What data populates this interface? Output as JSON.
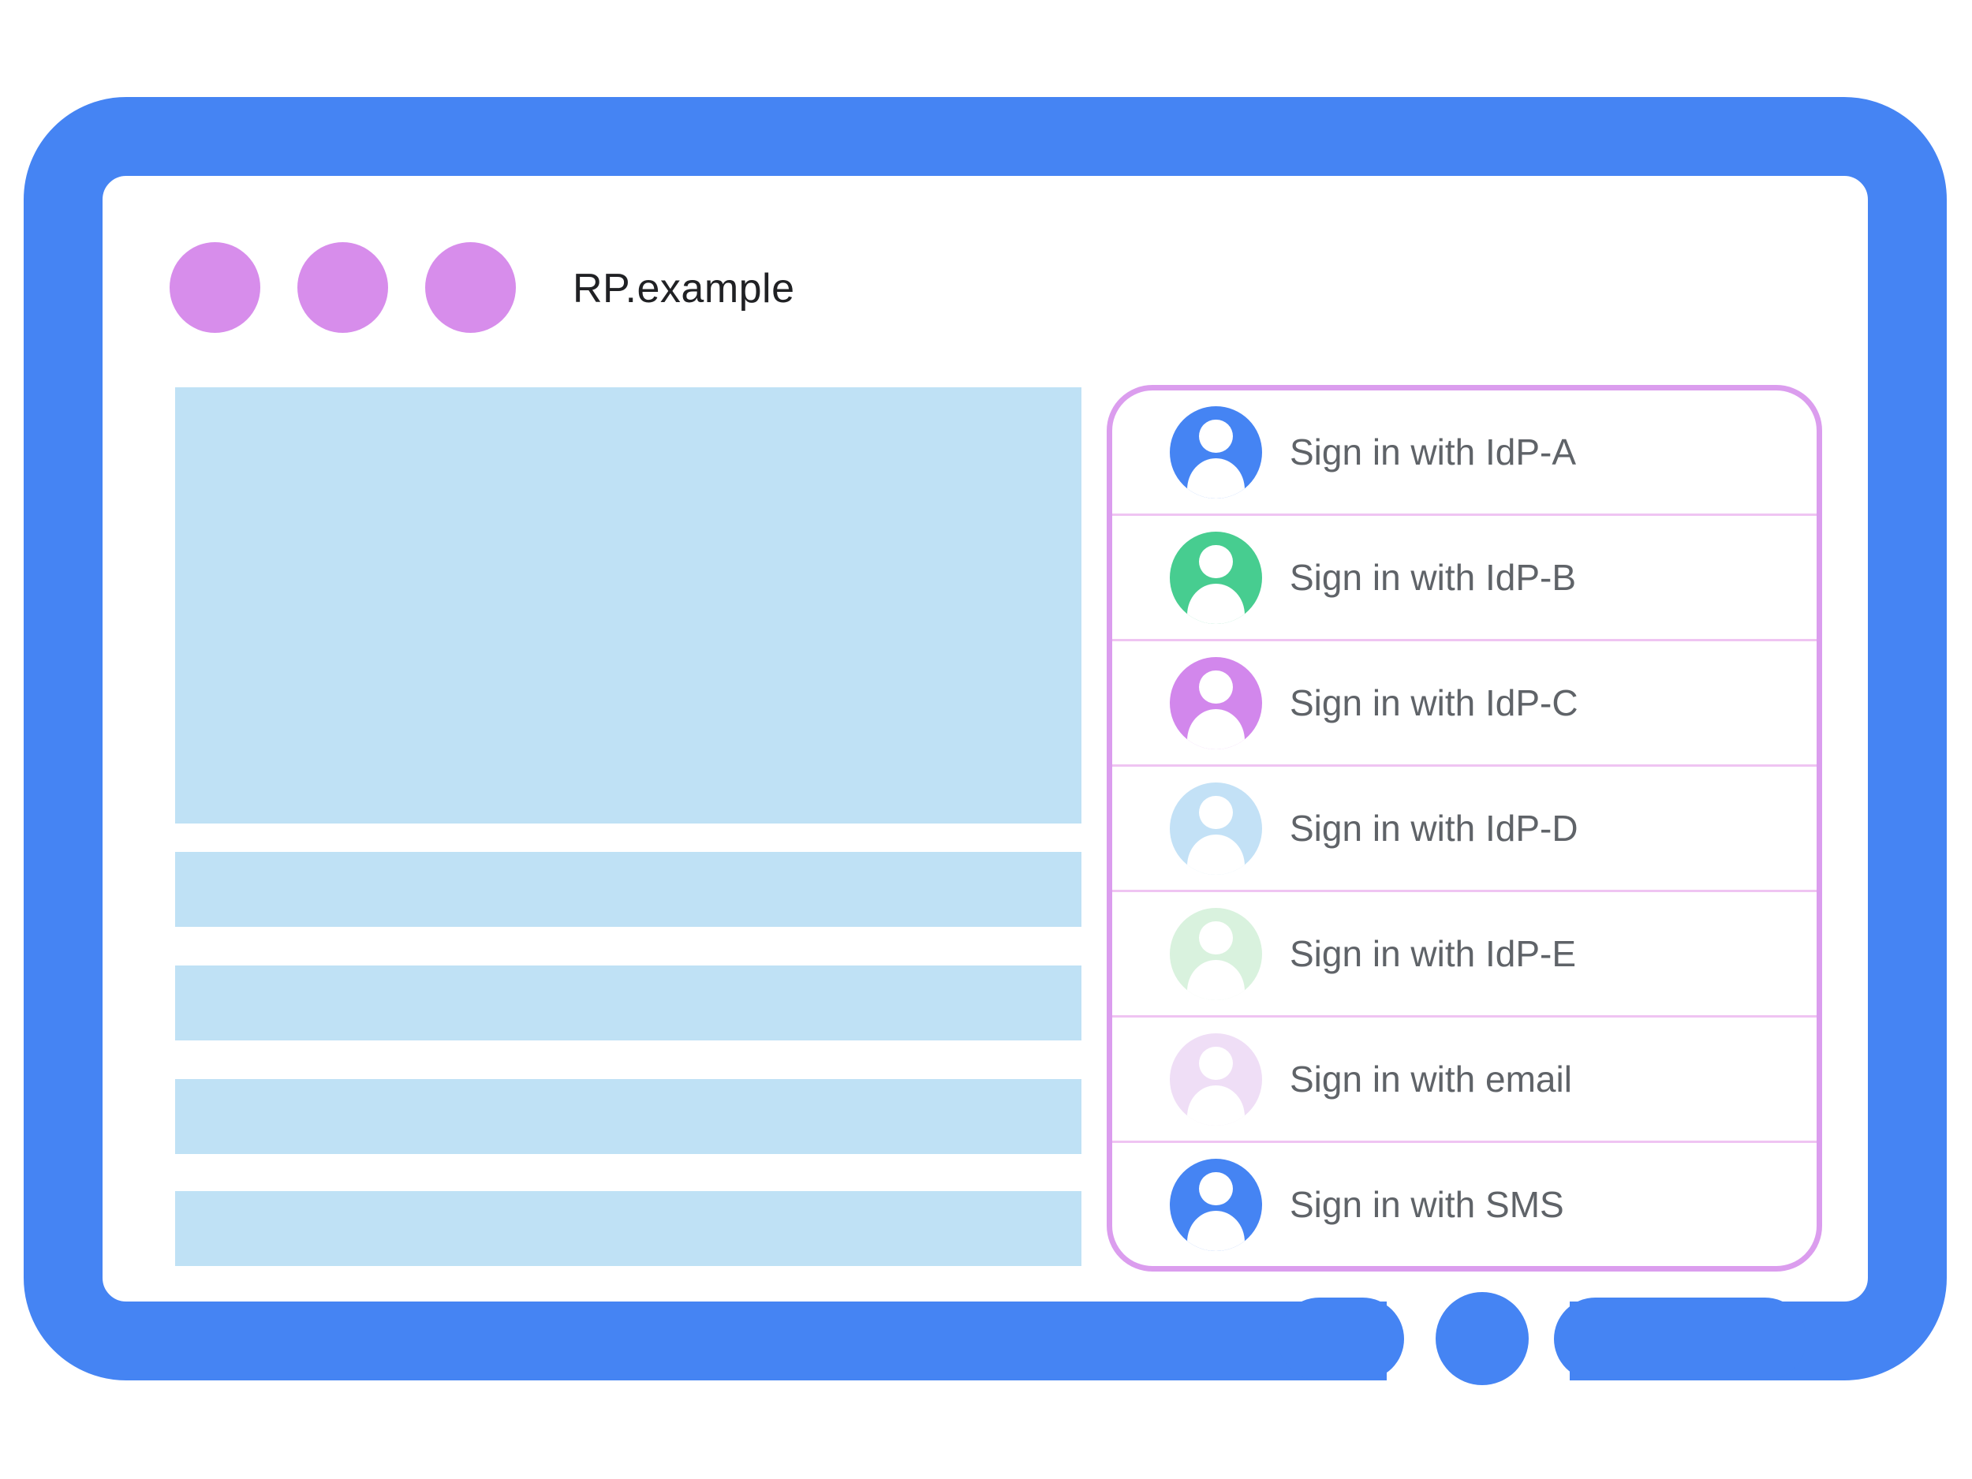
{
  "window": {
    "title": "RP.example"
  },
  "signin_panel": {
    "items": [
      {
        "label": "Sign in with IdP-A",
        "avatar_color": "#4584f3"
      },
      {
        "label": "Sign in with IdP-B",
        "avatar_color": "#47cd90"
      },
      {
        "label": "Sign in with IdP-C",
        "avatar_color": "#d287ec"
      },
      {
        "label": "Sign in with IdP-D",
        "avatar_color": "#c3e1f6"
      },
      {
        "label": "Sign in with IdP-E",
        "avatar_color": "#d9f2de"
      },
      {
        "label": "Sign in with email",
        "avatar_color": "#efdef6"
      },
      {
        "label": "Sign in with SMS",
        "avatar_color": "#4584f3"
      }
    ]
  },
  "colors": {
    "frame_blue": "#4584f3",
    "placeholder_blue": "#bfe1f5",
    "window_dot_purple": "#d78deb",
    "panel_border_pink": "#db9dee",
    "divider_pink": "#efc4f2",
    "label_gray": "#5f6368",
    "title_black": "#202124"
  }
}
